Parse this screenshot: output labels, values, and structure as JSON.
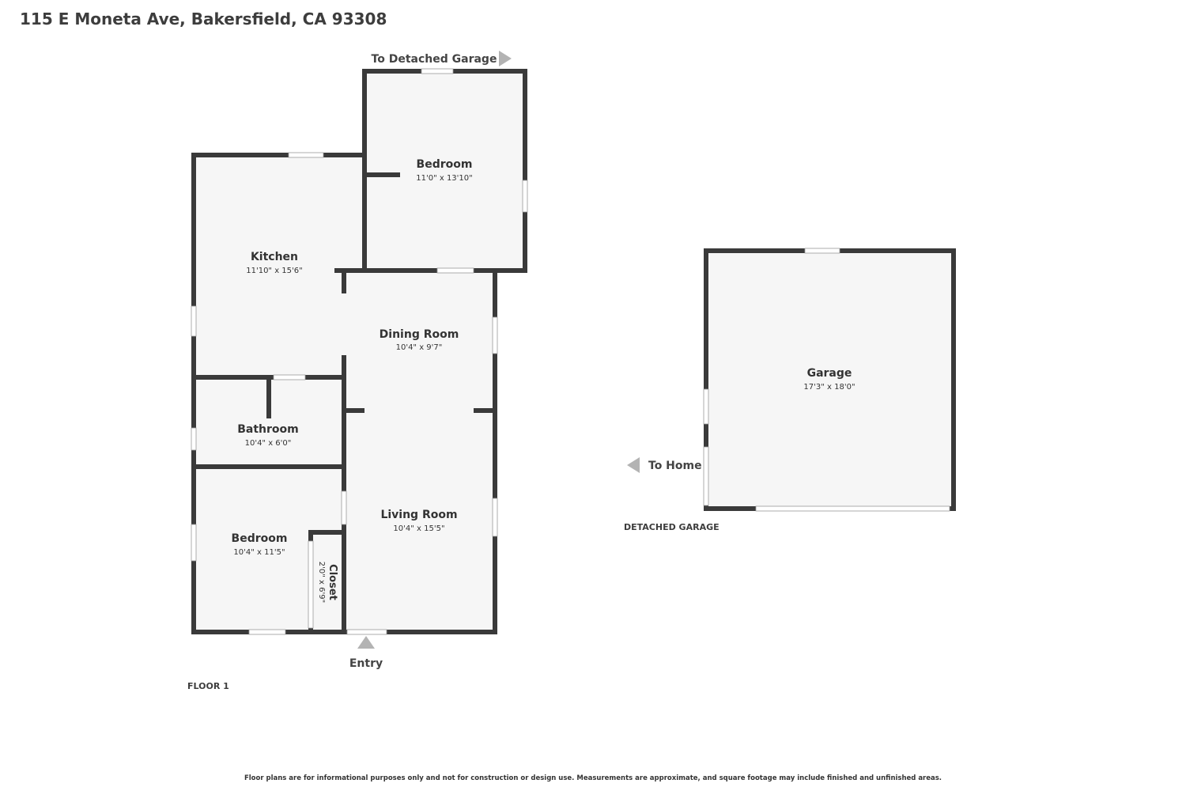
{
  "header": {
    "address": "115 E Moneta Ave, Bakersfield, CA 93308"
  },
  "floor1": {
    "caption": "FLOOR 1",
    "nav_to_garage": "To Detached Garage",
    "entry": "Entry",
    "rooms": {
      "bedroom_upper": {
        "name": "Bedroom",
        "dims": "11'0\" x 13'10\""
      },
      "kitchen": {
        "name": "Kitchen",
        "dims": "11'10\" x 15'6\""
      },
      "dining_room": {
        "name": "Dining Room",
        "dims": "10'4\" x 9'7\""
      },
      "bathroom": {
        "name": "Bathroom",
        "dims": "10'4\" x 6'0\""
      },
      "living_room": {
        "name": "Living Room",
        "dims": "10'4\" x 15'5\""
      },
      "bedroom_lower": {
        "name": "Bedroom",
        "dims": "10'4\" x 11'5\""
      },
      "closet": {
        "name": "Closet",
        "dims": "2'0\" x 6'9\""
      }
    }
  },
  "garage_plan": {
    "caption": "DETACHED GARAGE",
    "nav_to_home": "To Home",
    "room": {
      "name": "Garage",
      "dims": "17'3\" x 18'0\""
    }
  },
  "footer": {
    "disclaimer": "Floor plans are for informational purposes only and not for construction or design use. Measurements are approximate, and square footage may include finished and unfinished areas."
  },
  "colors": {
    "wall": "#3a3a3a",
    "floor": "#f6f6f6",
    "arrow": "#b3b3b3",
    "window": "#ffffff"
  }
}
